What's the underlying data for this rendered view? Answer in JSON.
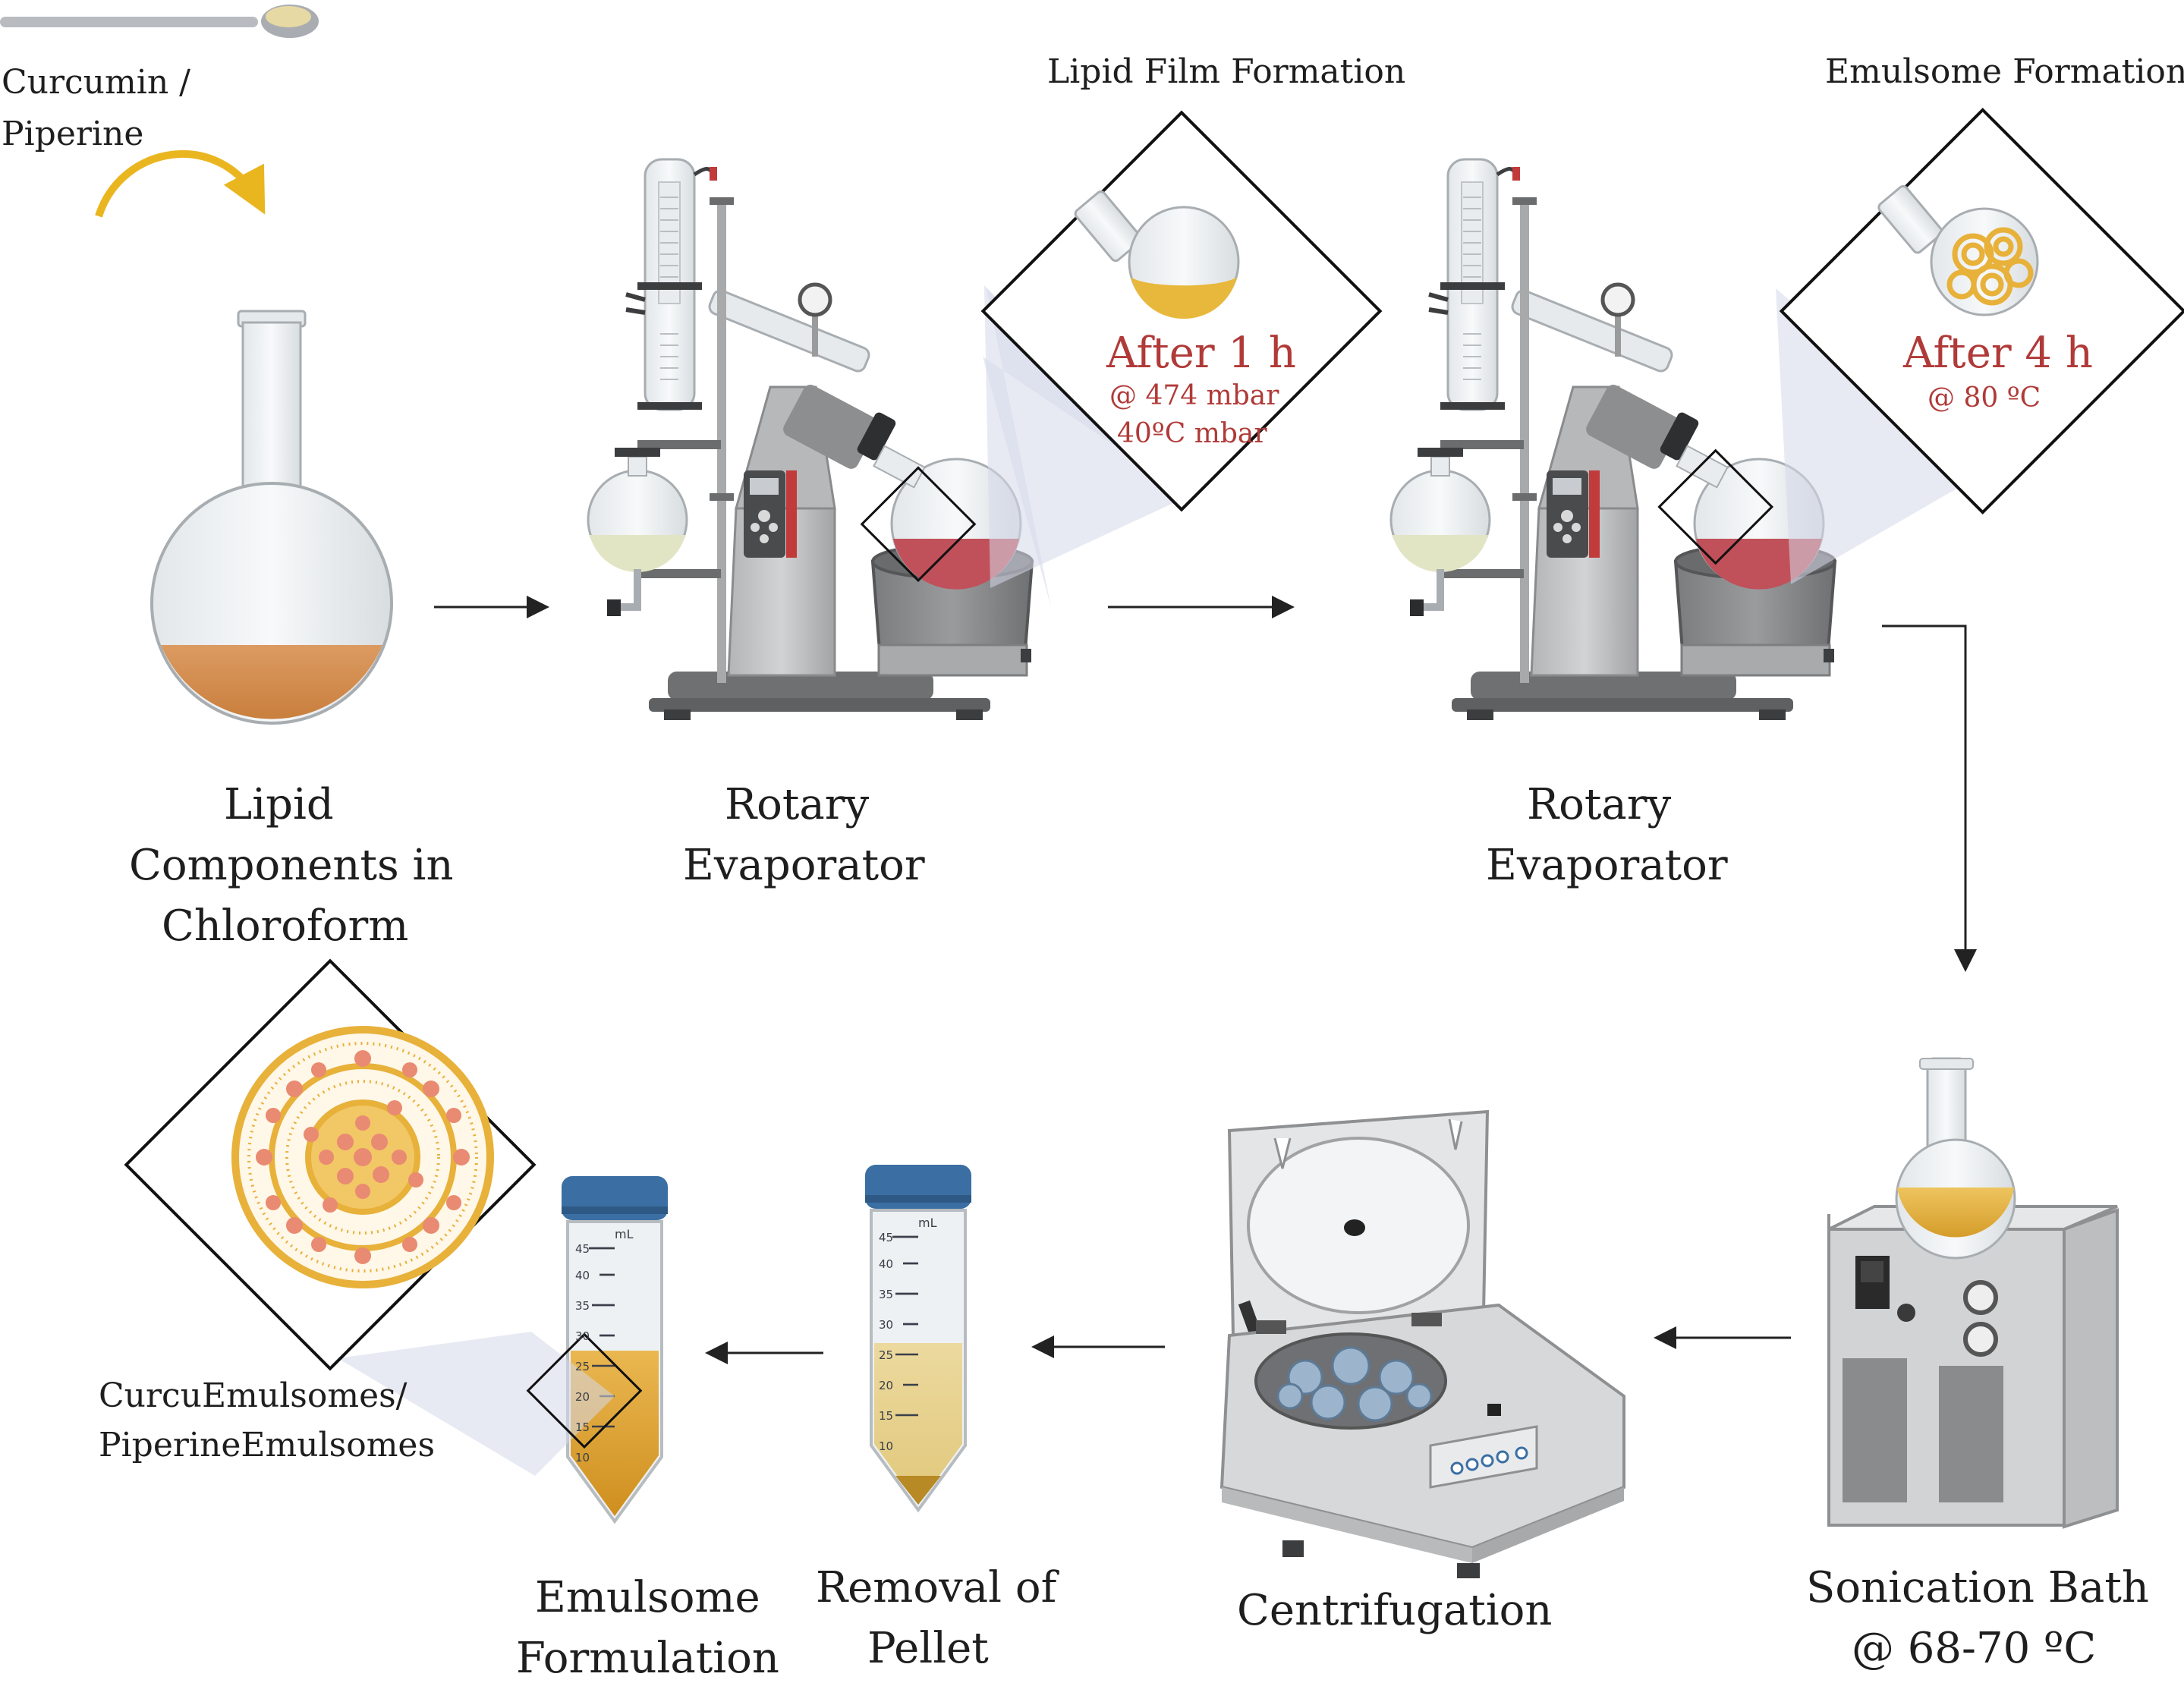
{
  "labels": {
    "curcumin": "Curcumin /",
    "piperine": "Piperine",
    "lipid_film_title": "Lipid Film Formation",
    "emulsome_title": "Emulsome Formation",
    "after1": "After 1 h",
    "mbar": "@ 474 mbar",
    "temp40": "40ºC mbar",
    "after4": "After 4 h",
    "temp80": "@ 80 ºC",
    "step1_l1": "Lipid",
    "step1_l2": "Components in",
    "step1_l3": "Chloroform",
    "rotary1_l1": "Rotary",
    "rotary1_l2": "Evaporator",
    "rotary2_l1": "Rotary",
    "rotary2_l2": "Evaporator",
    "sonic_l1": "Sonication Bath",
    "sonic_l2": "@ 68-70 ºC",
    "centri": "Centrifugation",
    "pellet_l1": "Removal of",
    "pellet_l2": "Pellet",
    "emul_l1": "Emulsome",
    "emul_l2": "Formulation",
    "product_l1": "CurcuEmulsomes/",
    "product_l2": "PiperineEmulsomes",
    "tube_unit": "mL",
    "tube_ticks": [
      "45",
      "40",
      "35",
      "30",
      "25",
      "20",
      "15",
      "10"
    ]
  },
  "colors": {
    "orange_liquid": "#d9975a",
    "red_liquid": "#c0505a",
    "yellow_liquid": "#e7b84a",
    "arrow_yellow": "#eab620",
    "cap_blue": "#3b6fa3",
    "accent_red": "#b03a38",
    "metal_gray": "#a9aaac"
  }
}
